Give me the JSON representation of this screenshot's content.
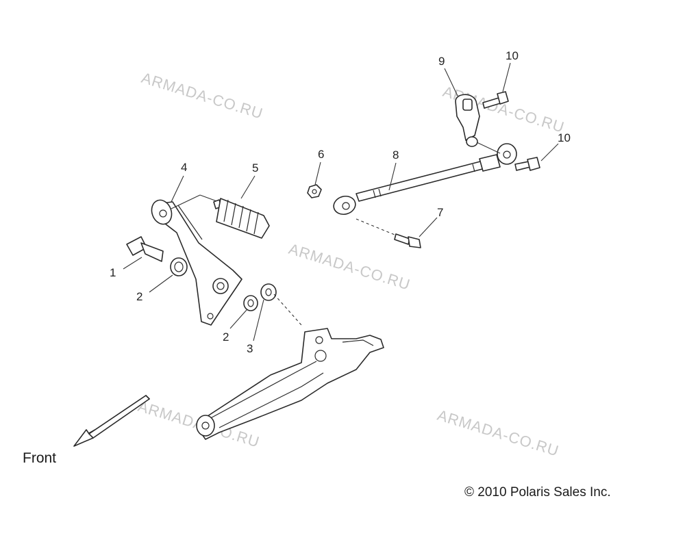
{
  "callouts": [
    {
      "id": "1",
      "label": "1"
    },
    {
      "id": "2a",
      "label": "2"
    },
    {
      "id": "2b",
      "label": "2"
    },
    {
      "id": "3",
      "label": "3"
    },
    {
      "id": "4",
      "label": "4"
    },
    {
      "id": "5",
      "label": "5"
    },
    {
      "id": "6",
      "label": "6"
    },
    {
      "id": "7",
      "label": "7"
    },
    {
      "id": "8",
      "label": "8"
    },
    {
      "id": "9",
      "label": "9"
    },
    {
      "id": "10a",
      "label": "10"
    },
    {
      "id": "10b",
      "label": "10"
    }
  ],
  "watermark": "ARMADA-CO.RU",
  "direction_label": "Front",
  "copyright": "© 2010 Polaris Sales Inc."
}
